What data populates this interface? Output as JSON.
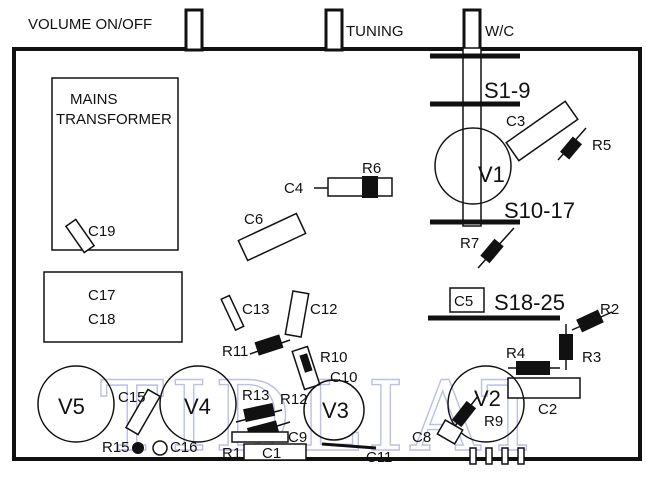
{
  "diagram": {
    "controls": {
      "volume": "VOLUME ON/OFF",
      "tuning": "TUNING",
      "wc": "W/C"
    },
    "transformer": [
      "MAINS",
      "TRANSFORMER"
    ],
    "switches": {
      "s1": "S1-9",
      "s2": "S10-17",
      "s3": "S18-25"
    },
    "valves": {
      "v1": "V1",
      "v2": "V2",
      "v3": "V3",
      "v4": "V4",
      "v5": "V5"
    },
    "capacitors": {
      "c1": "C1",
      "c2": "C2",
      "c3": "C3",
      "c4": "C4",
      "c5": "C5",
      "c6": "C6",
      "c8": "C8",
      "c9": "C9",
      "c10": "C10",
      "c11": "C11",
      "c12": "C12",
      "c13": "C13",
      "c15": "C15",
      "c16": "C16",
      "c17": "C17",
      "c18": "C18",
      "c19": "C19"
    },
    "resistors": {
      "r1": "R1",
      "r2": "R2",
      "r3": "R3",
      "r4": "R4",
      "r5": "R5",
      "r6": "R6",
      "r7": "R7",
      "r9": "R9",
      "r10": "R10",
      "r11": "R11",
      "r12": "R12",
      "r13": "R13",
      "r15": "R15"
    },
    "watermark": "TIDLIAT"
  },
  "colors": {
    "ink": "#111111",
    "paper": "#ffffff",
    "watermark": "#bcc0e6"
  }
}
